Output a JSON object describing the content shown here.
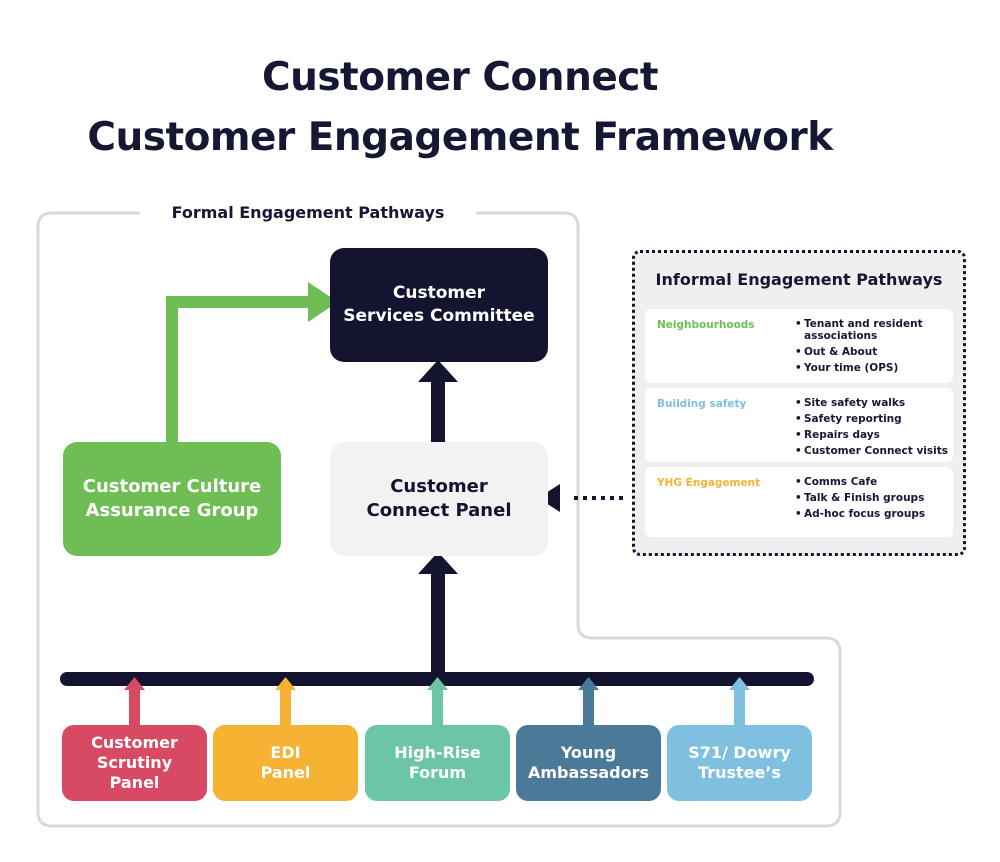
{
  "title": {
    "line1": "Customer Connect",
    "line2": "Customer Engagement Framework"
  },
  "formal": {
    "label": "Formal Engagement Pathways",
    "committee": {
      "line1": "Customer",
      "line2": "Services Committee"
    },
    "connect_panel": {
      "line1": "Customer",
      "line2": "Connect Panel"
    },
    "culture_group": {
      "line1": "Customer Culture",
      "line2": "Assurance Group"
    },
    "groups": [
      {
        "lines": [
          "Customer",
          "Scrutiny",
          "Panel"
        ],
        "color": "#d84a63"
      },
      {
        "lines": [
          "EDI",
          "Panel"
        ],
        "color": "#f6b233"
      },
      {
        "lines": [
          "High-Rise",
          "Forum"
        ],
        "color": "#6cc6a6"
      },
      {
        "lines": [
          "Young",
          "Ambassadors"
        ],
        "color": "#4b7a99"
      },
      {
        "lines": [
          "S71/ Dowry",
          "Trustee’s"
        ],
        "color": "#7fbfe0"
      }
    ]
  },
  "informal": {
    "title": "Informal Engagement Pathways",
    "sections": [
      {
        "label": "Neighbourhoods",
        "color": "#6fbe55",
        "items": [
          "Tenant and resident associations",
          "Out & About",
          "Your time (OPS)"
        ]
      },
      {
        "label": "Building safety",
        "color": "#7fbfe0",
        "items": [
          "Site safety walks",
          "Safety reporting",
          "Repairs days",
          "Customer Connect visits"
        ]
      },
      {
        "label": "YHG Engagement",
        "color": "#f6b233",
        "items": [
          "Comms Cafe",
          "Talk & Finish groups",
          "Ad-hoc focus groups"
        ]
      }
    ]
  },
  "colors": {
    "navy": "#141431",
    "frame": "#d9d9d9",
    "green": "#6fbe55",
    "panel_grey": "#f2f2f2",
    "informal_bg": "#efefef"
  }
}
